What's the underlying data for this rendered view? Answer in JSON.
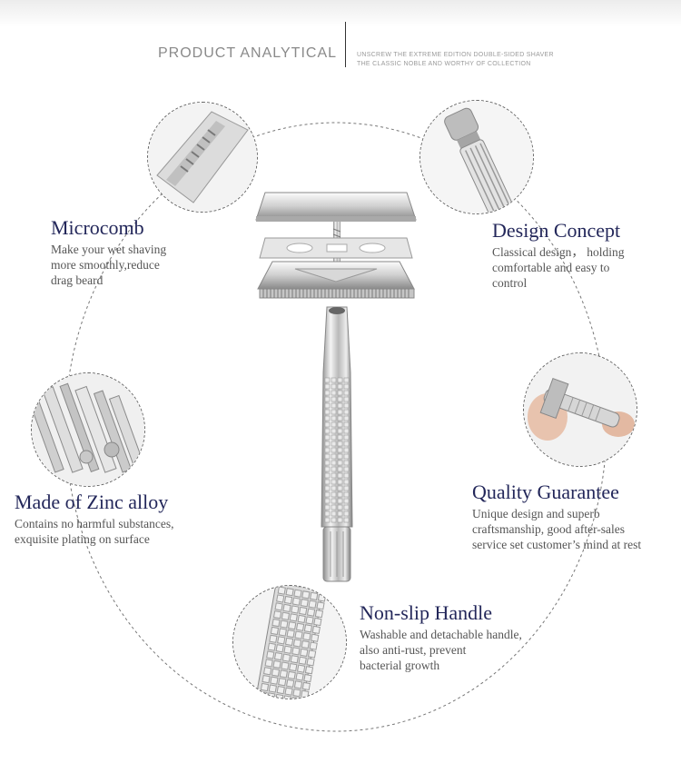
{
  "header": {
    "title": "PRODUCT ANALYTICAL",
    "subtitle_line1": "UNSCREW THE EXTREME EDITION DOUBLE-SIDED SHAVER",
    "subtitle_line2": "THE CLASSIC NOBLE AND WORTHY OF COLLECTION"
  },
  "features": {
    "microcomb": {
      "title": "Microcomb",
      "lines": [
        "Make your wet shaving",
        "more smoothly,reduce",
        "drag beard"
      ]
    },
    "design": {
      "title": "Design Concept",
      "lines": [
        "Classical design， holding",
        "comfortable and easy to",
        "control"
      ]
    },
    "zinc": {
      "title": "Made of Zinc alloy",
      "lines": [
        "Contains no harmful substances,",
        "exquisite plating on surface"
      ]
    },
    "quality": {
      "title": "Quality Guarantee",
      "lines": [
        "Unique design and superb",
        "craftsmanship, good after-sales",
        "service set customer’s mind at rest"
      ]
    },
    "handle": {
      "title": "Non-slip Handle",
      "lines": [
        "Washable and detachable handle,",
        "also anti-rust, prevent",
        "bacterial growth"
      ]
    }
  },
  "colors": {
    "title": "#23275a",
    "text": "#555555",
    "metal_light": "#f2f2f2",
    "metal_dark": "#8c8c8c"
  }
}
